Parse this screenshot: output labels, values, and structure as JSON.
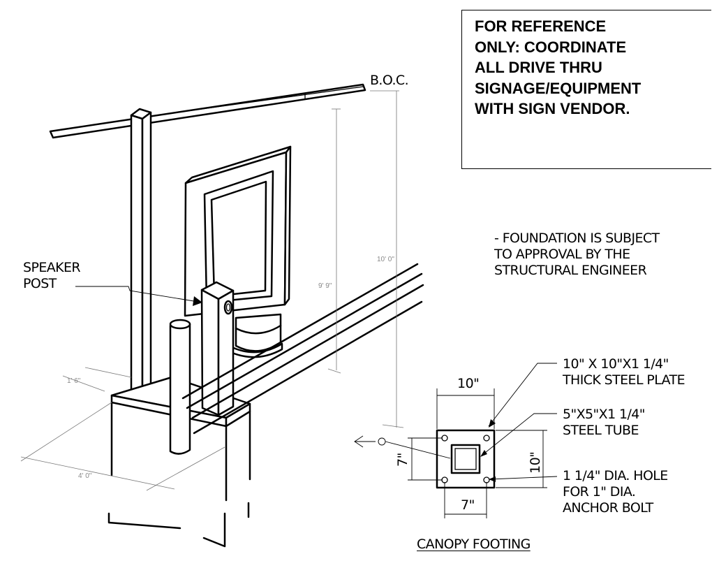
{
  "note": {
    "text": "FOR REFERENCE\nONLY: COORDINATE\nALL DRIVE THRU\nSIGNAGE/EQUIPMENT\nWITH SIGN VENDOR."
  },
  "labels": {
    "boc": "B.O.C.",
    "speaker_post": "SPEAKER\nPOST",
    "foundation_note": "- FOUNDATION IS SUBJECT\n  TO APPROVAL BY THE\n  STRUCTURAL ENGINEER",
    "steel_plate": "10\" X 10\"X1 1/4\"\nTHICK STEEL PLATE",
    "steel_tube": "5\"X5\"X1 1/4\"\nSTEEL TUBE",
    "hole": "1 1/4\" DIA. HOLE\nFOR 1\" DIA.\nANCHOR BOLT",
    "canopy_footing": "CANOPY FOOTING"
  },
  "dimensions": {
    "height_boc": "10' 0\"",
    "height_canopy": "9' 9\"",
    "base_width": "1' 6\"",
    "base_length": "4' 0\"",
    "plate_width": "10\"",
    "plate_height": "10\"",
    "bolt_spacing_h": "7\"",
    "bolt_spacing_v": "7\""
  }
}
